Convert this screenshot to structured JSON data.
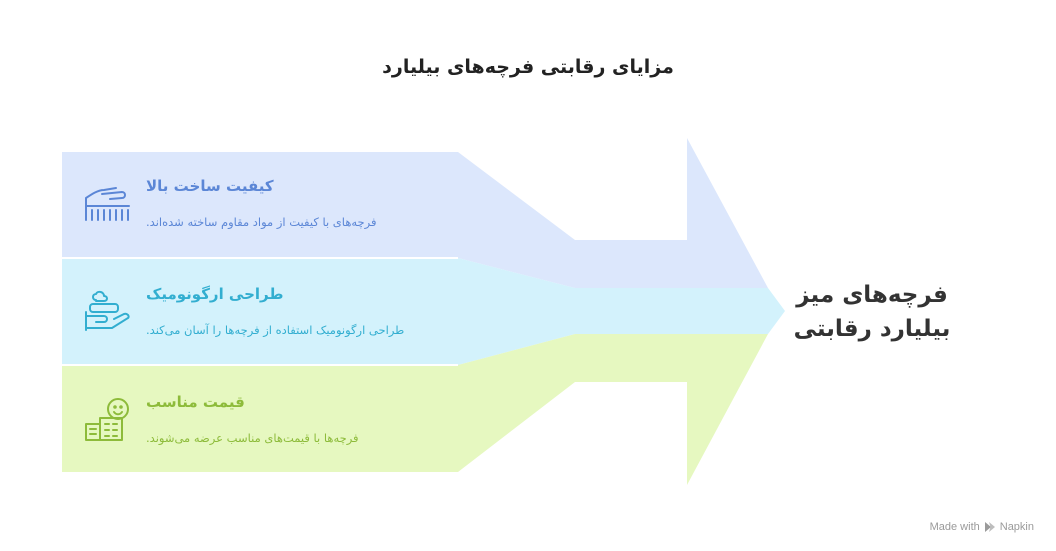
{
  "title": "مزایای رقابتی فرچه‌های بیلیارد",
  "items": [
    {
      "title": "کیفیت ساخت بالا",
      "description": "فرچه‌های با کیفیت از مواد مقاوم ساخته شده‌اند.",
      "icon": "hand-brush-icon",
      "color": "#5b86d6",
      "fill": "#dce7fc"
    },
    {
      "title": "طراحی ارگونومیک",
      "description": "طراحی ارگونومیک استفاده از فرچه‌ها را آسان می‌کند.",
      "icon": "toothbrush-hand-icon",
      "color": "#32aed0",
      "fill": "#d3f2fc"
    },
    {
      "title": "قیمت مناسب",
      "description": "فرچه‌ها با قیمت‌های مناسب عرضه می‌شوند.",
      "icon": "smiley-building-icon",
      "color": "#8dbb3a",
      "fill": "#e6f8c0"
    }
  ],
  "target": {
    "line1": "فرچه‌های میز",
    "line2": "بیلیارد رقابتی"
  },
  "footer": {
    "made_with": "Made with",
    "brand": "Napkin"
  }
}
